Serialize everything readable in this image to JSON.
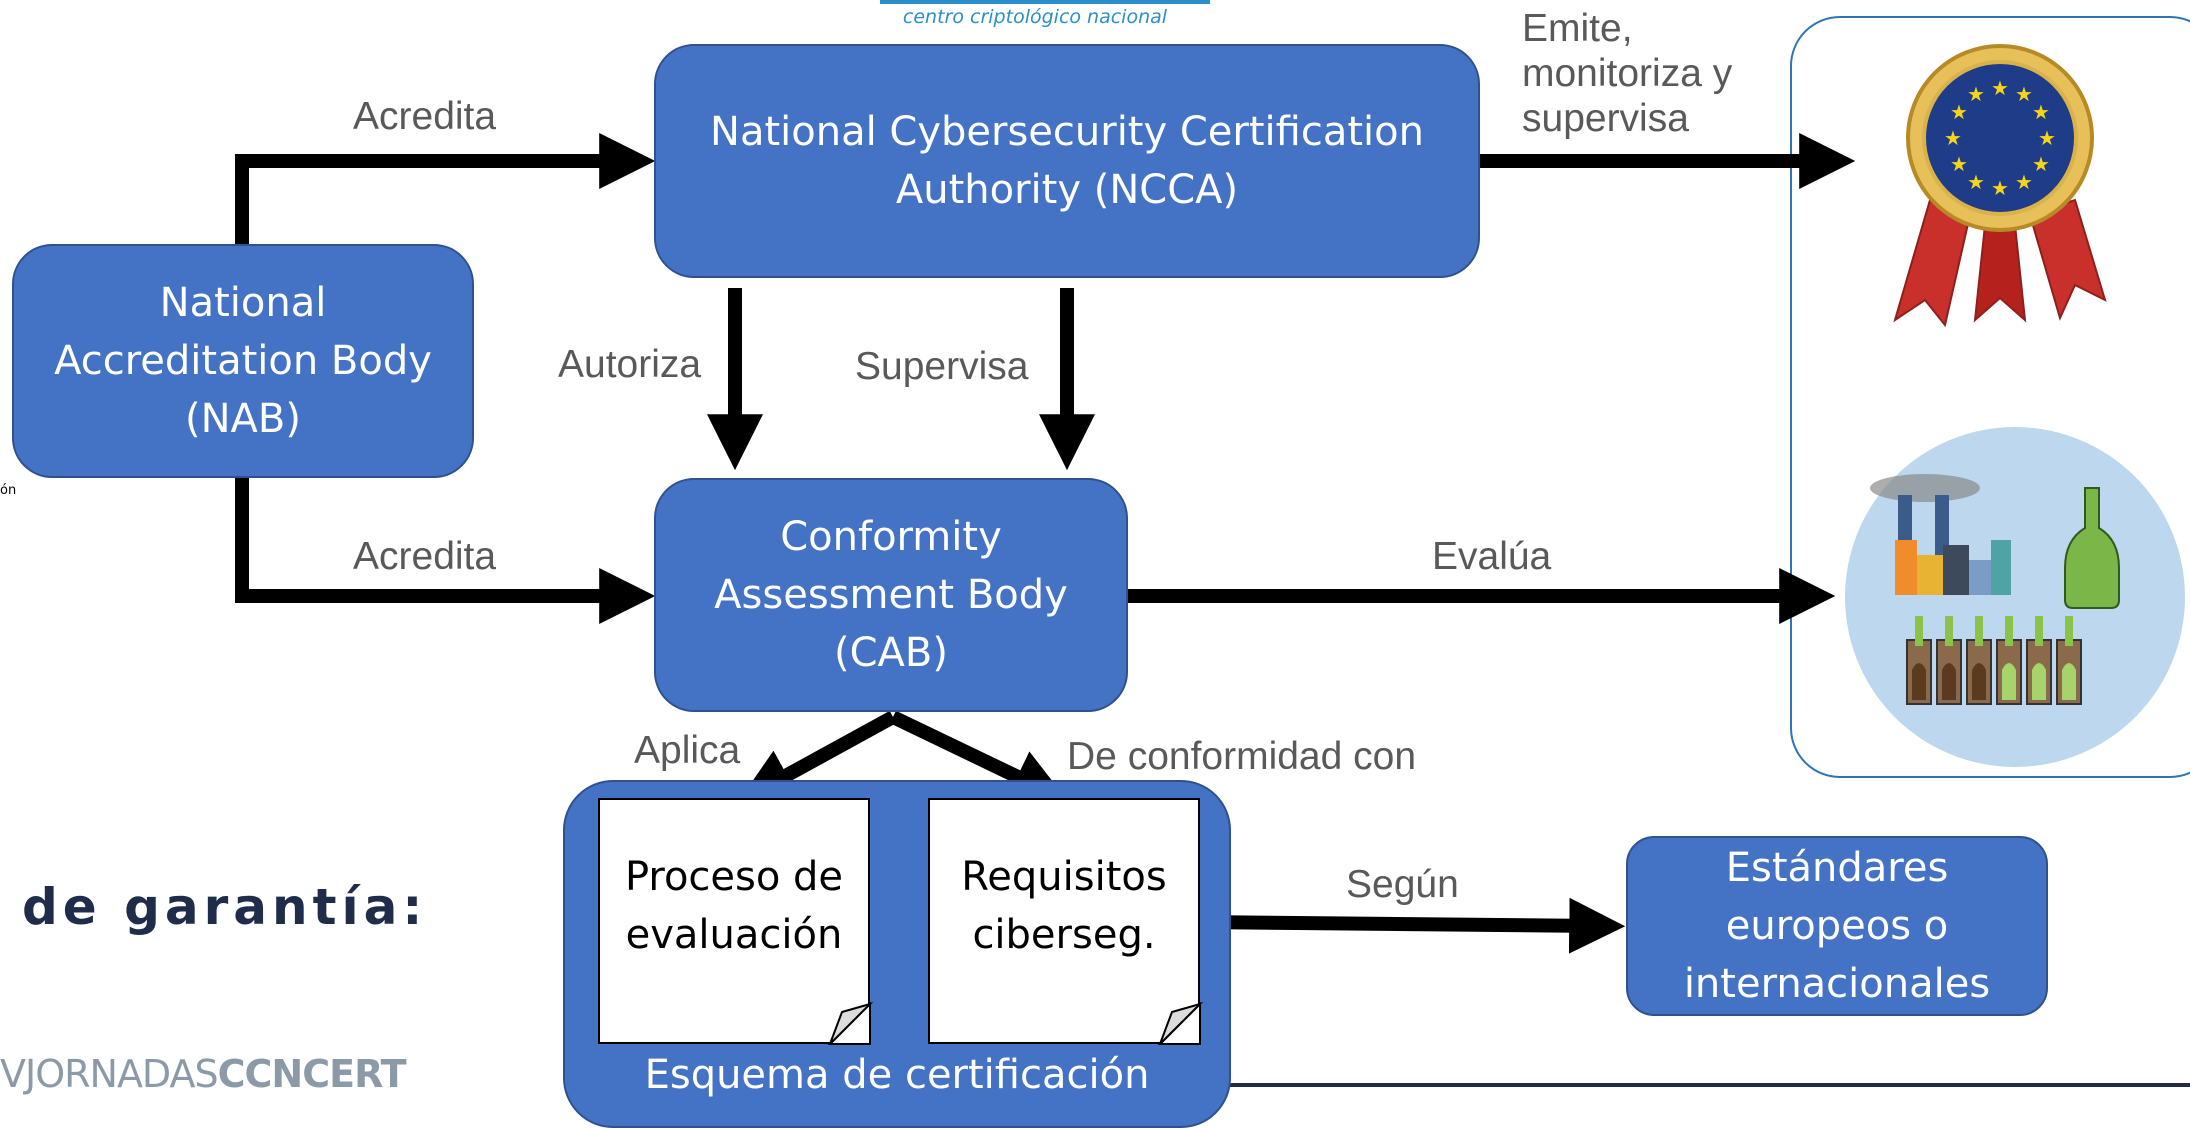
{
  "header": {
    "logo_caption": "centro criptológico nacional"
  },
  "boxes": {
    "ncca": "National Cybersecurity Certification\nAuthority (NCCA)",
    "nab": "National\nAccreditation Body\n(NAB)",
    "cab": "Conformity\nAssessment Body\n(CAB)",
    "standards": "Estándares\neuropeos o\ninternacionales",
    "scheme_label": "Esquema de certificación"
  },
  "documents": {
    "process": "Proceso de\nevaluación",
    "requirements": "Requisitos\nciberseg."
  },
  "arrow_labels": {
    "accredits_ncca": "Acredita",
    "accredits_cab": "Acredita",
    "authorizes": "Autoriza",
    "supervises": "Supervisa",
    "issues": "Emite,\nmonitoriza y\nsupervisa",
    "evaluates": "Evalúa",
    "applies": "Aplica",
    "conforms": "De conformidad con",
    "according": "Según"
  },
  "background_fragments": {
    "heading": "de garantía:",
    "footer_regular": "VJORNADAS",
    "footer_bold": "CCNCERT",
    "tiny": "ón"
  },
  "icons": [
    "eu-certificate-badge-icon",
    "industry-products-icon"
  ],
  "colors": {
    "box_fill": "#4472c4",
    "box_border": "#2f528f",
    "arrow": "#000000",
    "label_text": "#595959",
    "panel_border": "#2e75b6"
  }
}
